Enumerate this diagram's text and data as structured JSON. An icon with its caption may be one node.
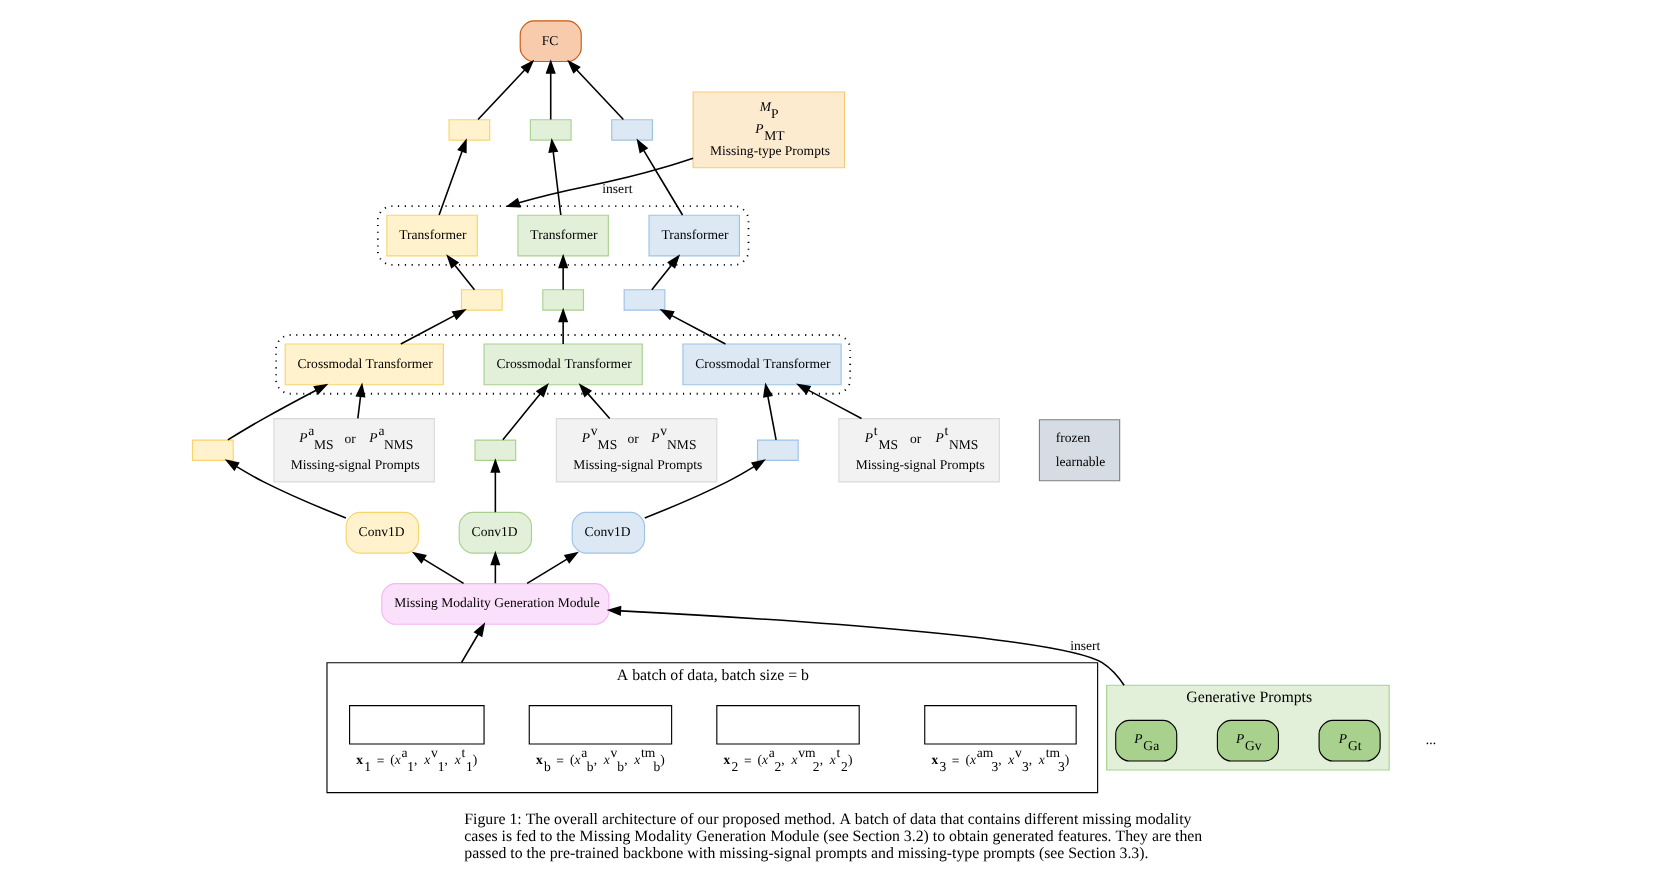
{
  "diagram": {
    "caption": "Figure 1: The overall architecture of our proposed method. A batch of data that contains different missing modality cases is fed to the Missing Modality Generation Module (see Section 3.2) to obtain generated features. They are then passed to the pre-trained backbone with missing-signal prompts and missing-type prompts (see Section 3.3).",
    "nodes": [
      {
        "text": [
          "FC"
        ]
      },
      {
        "text": [],
        "shape": "box"
      },
      {
        "text": [
          "Transformer"
        ],
        "in": 1
      },
      {
        "text": [
          "Transformer"
        ],
        "in": 1
      },
      {
        "text": [
          "Transformer"
        ],
        "in": 1
      },
      {
        "text": [],
        "shape": "bar"
      },
      {
        "text": [],
        "shape": "bar"
      },
      {
        "text": [],
        "shape": "bar"
      },
      {
        "text": [],
        "shape": "bar"
      },
      {
        "text": [],
        "shape": "bar"
      },
      {
        "text": [],
        "shape": "bar"
      },
      {
        "text": [],
        "shape": "box"
      },
      {
        "text": [
          "Crossmodal Transformer"
        ],
        "in": 11
      },
      {
        "text": [
          "Crossmodal Transformer"
        ],
        "in": 11
      },
      {
        "text": [
          "Crossmodal Transformer"
        ],
        "in": 11
      },
      {
        "text": [],
        "shape": "bar"
      },
      {
        "text": [],
        "shape": "bar"
      },
      {
        "text": [],
        "shape": "bar"
      },
      {
        "text": [
          "*P*$^{a}$$_{MS}$ or *P*$^{a}$$_{NMS}$",
          "Missing-signal Prompts"
        ]
      },
      {
        "text": [
          "*P*$^{v}$$_{MS}$ or *P*$^{v}$$_{NMS}$",
          "Missing-signal Prompts"
        ]
      },
      {
        "text": [
          "*P*$^{t}$$_{MS}$ or *P*$^{t}$$_{NMS}$",
          "Missing-signal Prompts"
        ]
      },
      {
        "text": [
          "Conv1D"
        ]
      },
      {
        "text": [
          "Conv1D"
        ]
      },
      {
        "text": [
          "Conv1D"
        ]
      },
      {
        "text": [
          "Missing Modality Generation Module"
        ]
      },
      {
        "text": [
          "A batch of data, batch size = b"
        ]
      },
      {
        "text": [],
        "shape": "box",
        "in": 25,
        "beside": [
          "**x**$_{1}$ = (*x*$^{a}$$_{1}$, *x*$^{v}$$_{1}$, *x*$^{t}$$_{1}$)"
        ]
      },
      {
        "text": [],
        "shape": "box",
        "in": 25,
        "beside": [
          "**x**$_{2}$ = (*x*$^{a}$$_{2}$, *x*$^{vm}$$_{2}$, *x*$^{t}$$_{2}$)"
        ]
      },
      {
        "text": [],
        "shape": "box",
        "in": 25,
        "beside": [
          "**x**$_{3}$ = (*x*$^{am}$$_{3}$, *x*$^{v}$$_{3}$, *x*$^{tm}$$_{3}$)"
        ]
      },
      {
        "text": [],
        "shape": "box",
        "in": 25,
        "beside": [
          "**x**$_{b}$ = (*x*$^{a}$$_{b}$, *x*$^{v}$$_{b}$, *x*$^{tm}$$_{b}$)"
        ]
      },
      {
        "text": [
          "*M*$_{P}$",
          "*P*$_{MT}$",
          "Missing-type Prompts"
        ]
      },
      {
        "text": [
          "Generative Prompts"
        ]
      },
      {
        "text": [
          "*P*$_{Ga}$"
        ],
        "in": 31
      },
      {
        "text": [
          "*P*$_{Gv}$"
        ],
        "in": 31
      },
      {
        "text": [
          "*P*$_{Gt}$"
        ],
        "in": 31
      }
    ],
    "edges": [
      {
        "from": 2,
        "to": 5,
        "arrow": "to"
      },
      {
        "from": 3,
        "to": 6,
        "arrow": "to"
      },
      {
        "from": 4,
        "to": 7,
        "arrow": "to"
      },
      {
        "from": 5,
        "to": 0,
        "arrow": "to"
      },
      {
        "from": 6,
        "to": 0,
        "arrow": "to"
      },
      {
        "from": 7,
        "to": 0,
        "arrow": "to"
      },
      {
        "from": 8,
        "to": 2,
        "arrow": "to"
      },
      {
        "from": 9,
        "to": 3,
        "arrow": "to"
      },
      {
        "from": 10,
        "to": 4,
        "arrow": "to"
      },
      {
        "from": 12,
        "to": 8,
        "arrow": "to"
      },
      {
        "from": 13,
        "to": 9,
        "arrow": "to"
      },
      {
        "from": 14,
        "to": 10,
        "arrow": "to"
      },
      {
        "from": 15,
        "to": 12,
        "arrow": "to"
      },
      {
        "from": 18,
        "to": 12,
        "arrow": "to"
      },
      {
        "from": 16,
        "to": 13,
        "arrow": "to"
      },
      {
        "from": 19,
        "to": 13,
        "arrow": "to"
      },
      {
        "from": 17,
        "to": 14,
        "arrow": "to"
      },
      {
        "from": 20,
        "to": 14,
        "arrow": "to"
      },
      {
        "from": 21,
        "to": 15,
        "arrow": "to"
      },
      {
        "from": 22,
        "to": 16,
        "arrow": "to"
      },
      {
        "from": 23,
        "to": 17,
        "arrow": "to"
      },
      {
        "from": 24,
        "to": 21,
        "arrow": "to"
      },
      {
        "from": 24,
        "to": 22,
        "arrow": "to"
      },
      {
        "from": 24,
        "to": 23,
        "arrow": "to"
      },
      {
        "from": 25,
        "to": 24,
        "arrow": "to"
      },
      {
        "from": 30,
        "to": 1,
        "arrow": "to",
        "label": "insert"
      },
      {
        "from": 31,
        "to": 24,
        "arrow": "to",
        "label": "insert"
      }
    ],
    "labels": [
      "..."
    ],
    "legend": [
      {
        "text": "frozen"
      },
      {
        "text": "learnable"
      }
    ]
  }
}
